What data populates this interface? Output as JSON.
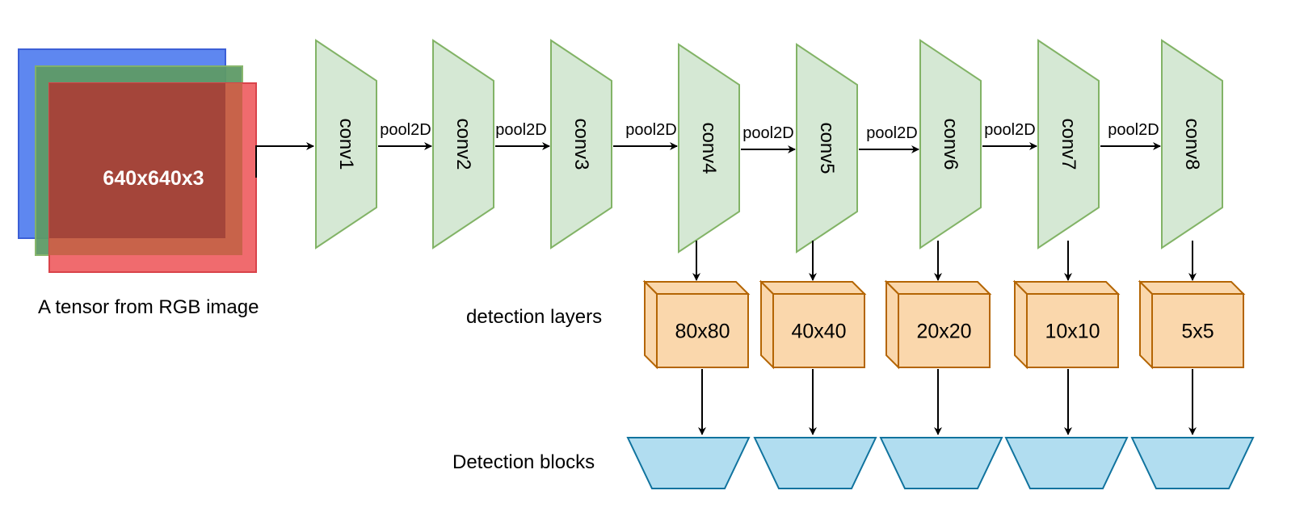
{
  "tensor": {
    "label": "640x640x3",
    "caption": "A tensor from RGB image",
    "colors": {
      "blue": "#5e87f0",
      "green": "#82b366",
      "red": "#f06b6e",
      "red_fill": "#a4453a"
    }
  },
  "conv_layers": [
    {
      "label": "conv1"
    },
    {
      "label": "conv2"
    },
    {
      "label": "conv3"
    },
    {
      "label": "conv4"
    },
    {
      "label": "conv5"
    },
    {
      "label": "conv6"
    },
    {
      "label": "conv7"
    },
    {
      "label": "conv8"
    }
  ],
  "pool_labels": [
    "pool2D",
    "pool2D",
    "pool2D",
    "pool2D",
    "pool2D",
    "pool2D",
    "pool2D"
  ],
  "detection_layers": {
    "row_label": "detection layers",
    "items": [
      "80x80",
      "40x40",
      "20x20",
      "10x10",
      "5x5"
    ]
  },
  "detection_blocks": {
    "row_label": "Detection blocks",
    "count": 5
  },
  "colors": {
    "conv_fill": "#d5e8d4",
    "conv_stroke": "#82b366",
    "cube_fill": "#fad7ac",
    "cube_stroke": "#b46504",
    "block_fill": "#b1ddf0",
    "block_stroke": "#10739e",
    "arrow": "#000000"
  }
}
